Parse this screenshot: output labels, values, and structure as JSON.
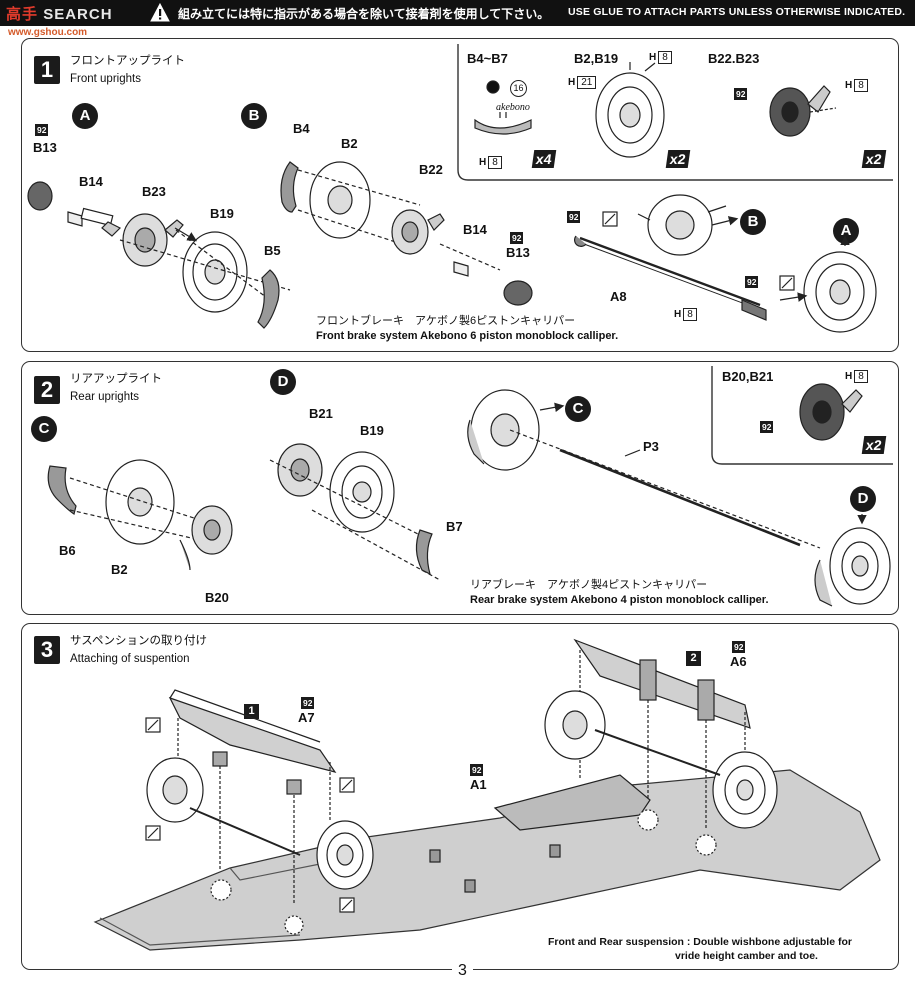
{
  "header": {
    "watermark_left": "高手",
    "watermark_right": "SEARCH",
    "warning_jp": "組み立てには特に指示がある場合を除いて接着剤を使用して下さい。",
    "warning_en": "USE GLUE TO ATTACH PARTS UNLESS OTHERWISE INDICATED.",
    "watermark_url": "www.gshou.com"
  },
  "step1": {
    "number": "1",
    "title_jp": "フロントアップライト",
    "title_en": "Front uprights",
    "circle_a": "A",
    "circle_b": "B",
    "badge": "92",
    "parts_a": [
      "B13",
      "B14",
      "B23",
      "B19",
      "B5"
    ],
    "parts_b": [
      "B4",
      "B2",
      "B22",
      "B14",
      "B13"
    ],
    "assembly_part": "A8",
    "caption_jp": "フロントブレーキ　アケボノ製6ピストンキャリパー",
    "caption_en": "Front brake system Akebono 6 piston monoblock calliper.",
    "inset": {
      "b4b7": {
        "title": "B4~B7",
        "marker": "16",
        "brand": "akebono",
        "h": "8",
        "count": "x4"
      },
      "b2b19": {
        "title": "B2,B19",
        "h_top": "8",
        "h_side": "21",
        "count": "x2"
      },
      "b22b23": {
        "title": "B22.B23",
        "badge": "92",
        "h": "8",
        "count": "x2"
      }
    },
    "h_label": "H",
    "a8_h": "8"
  },
  "step2": {
    "number": "2",
    "title_jp": "リアアップライト",
    "title_en": "Rear uprights",
    "circle_c": "C",
    "circle_d": "D",
    "parts_c": [
      "B6",
      "B2",
      "B20"
    ],
    "parts_d": [
      "B21",
      "B19",
      "B7"
    ],
    "assembly_part": "P3",
    "caption_jp": "リアブレーキ　アケボノ製4ピストンキャリパー",
    "caption_en": "Rear brake system Akebono 4 piston monoblock calliper.",
    "inset": {
      "title": "B20,B21",
      "badge": "92",
      "h": "8",
      "count": "x2"
    }
  },
  "step3": {
    "number": "3",
    "title_jp": "サスペンションの取り付け",
    "title_en": "Attaching of suspention",
    "marker_1": "1",
    "marker_2": "2",
    "parts": {
      "a7": "A7",
      "a1": "A1",
      "a6": "A6"
    },
    "badge": "92",
    "note_line1": "Front and Rear suspension :  Double wishbone adjustable for",
    "note_line2": "vride height camber and toe."
  },
  "page_number": "3"
}
